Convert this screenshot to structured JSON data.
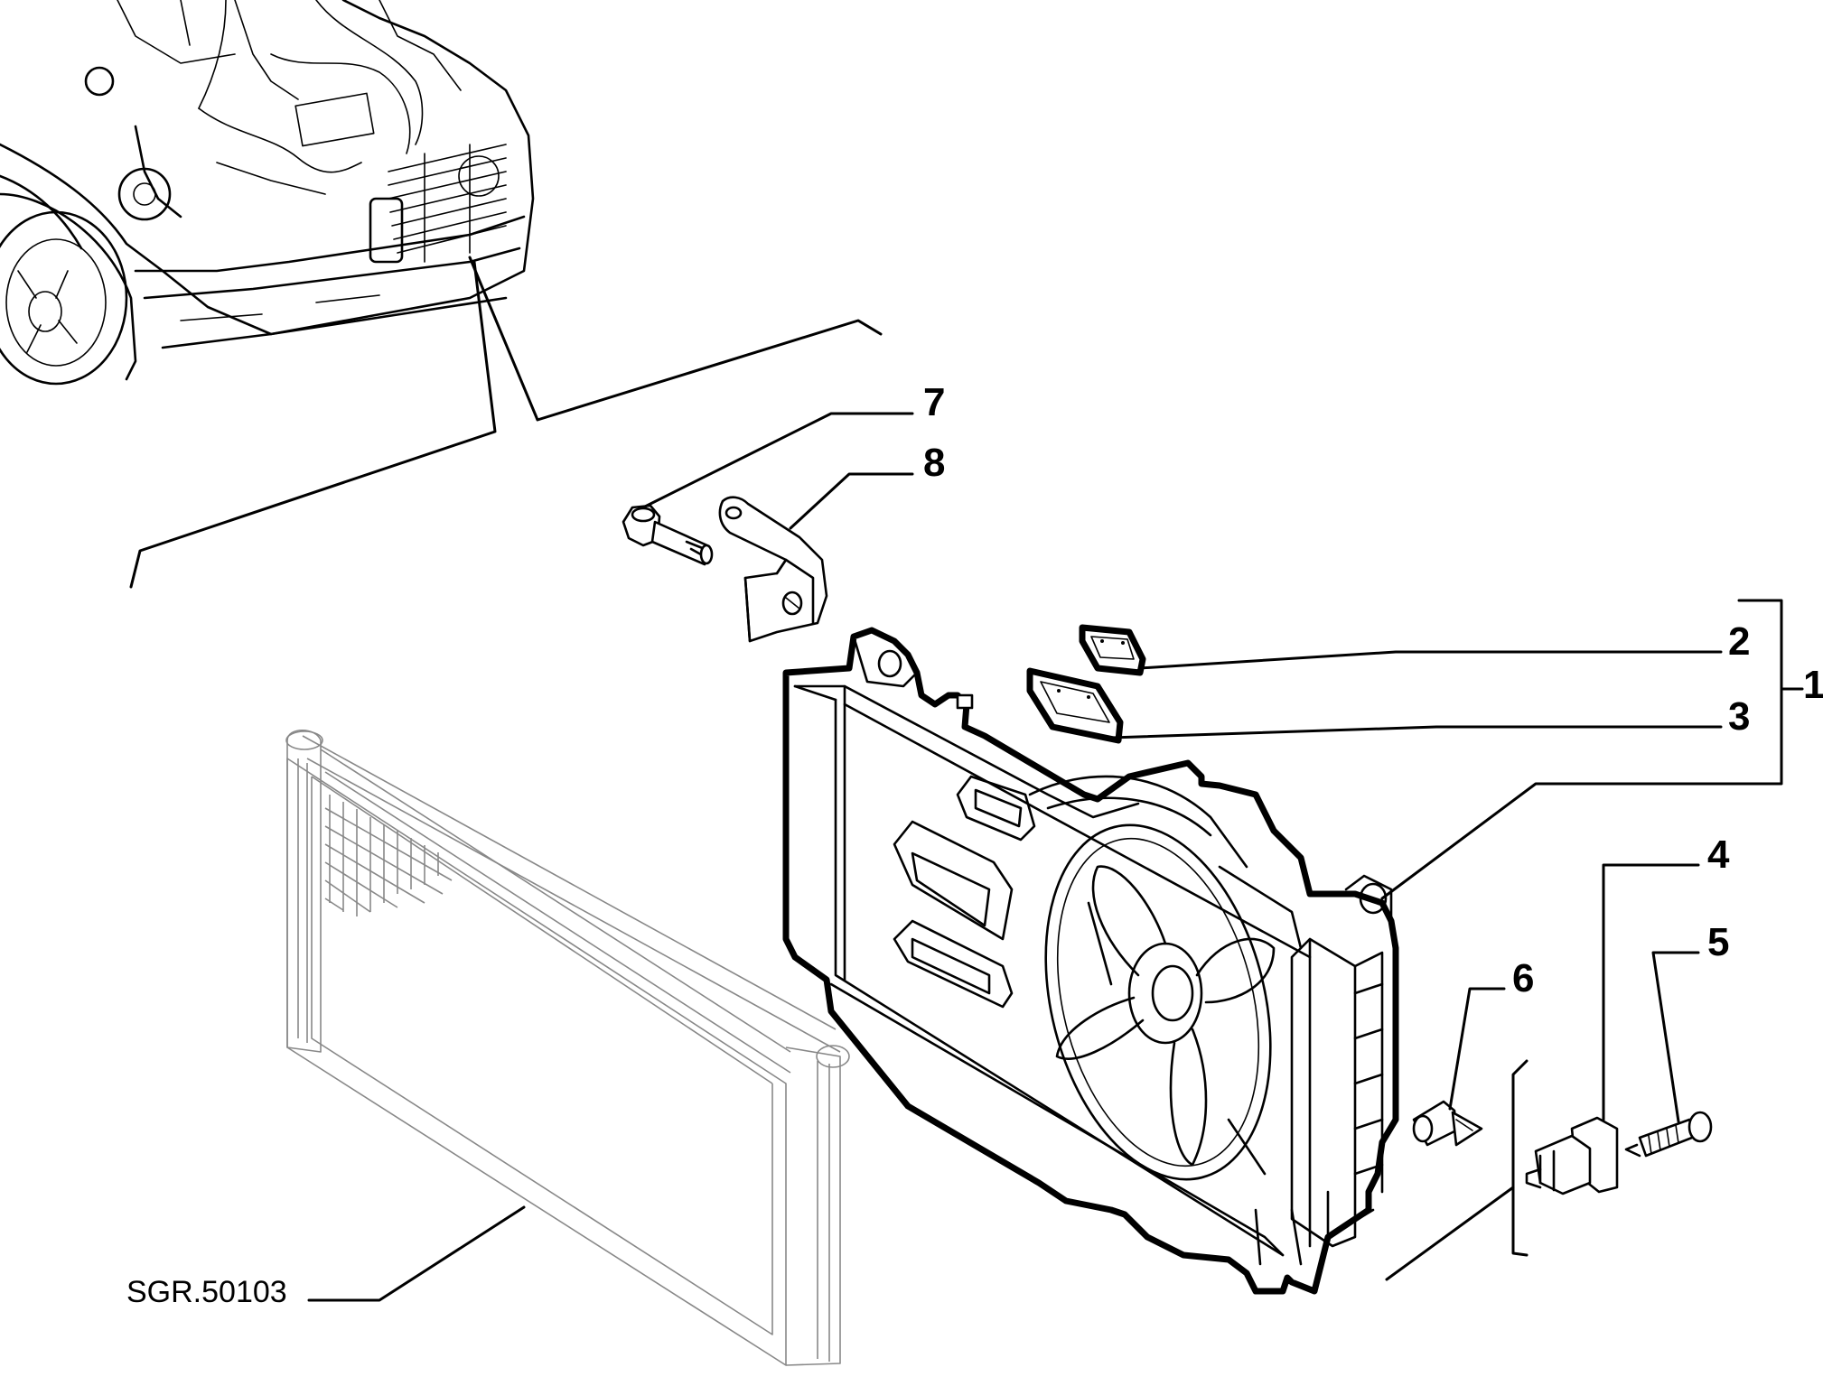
{
  "diagram": {
    "reference_code": "SGR.50103",
    "callouts": [
      {
        "id": "1",
        "label": "1",
        "part": "radiator-fan-assembly"
      },
      {
        "id": "2",
        "label": "2",
        "part": "rubber-pad-upper"
      },
      {
        "id": "3",
        "label": "3",
        "part": "rubber-pad-lower"
      },
      {
        "id": "4",
        "label": "4",
        "part": "clip-nut"
      },
      {
        "id": "5",
        "label": "5",
        "part": "screw"
      },
      {
        "id": "6",
        "label": "6",
        "part": "push-pin"
      },
      {
        "id": "7",
        "label": "7",
        "part": "bolt"
      },
      {
        "id": "8",
        "label": "8",
        "part": "bracket"
      }
    ]
  }
}
